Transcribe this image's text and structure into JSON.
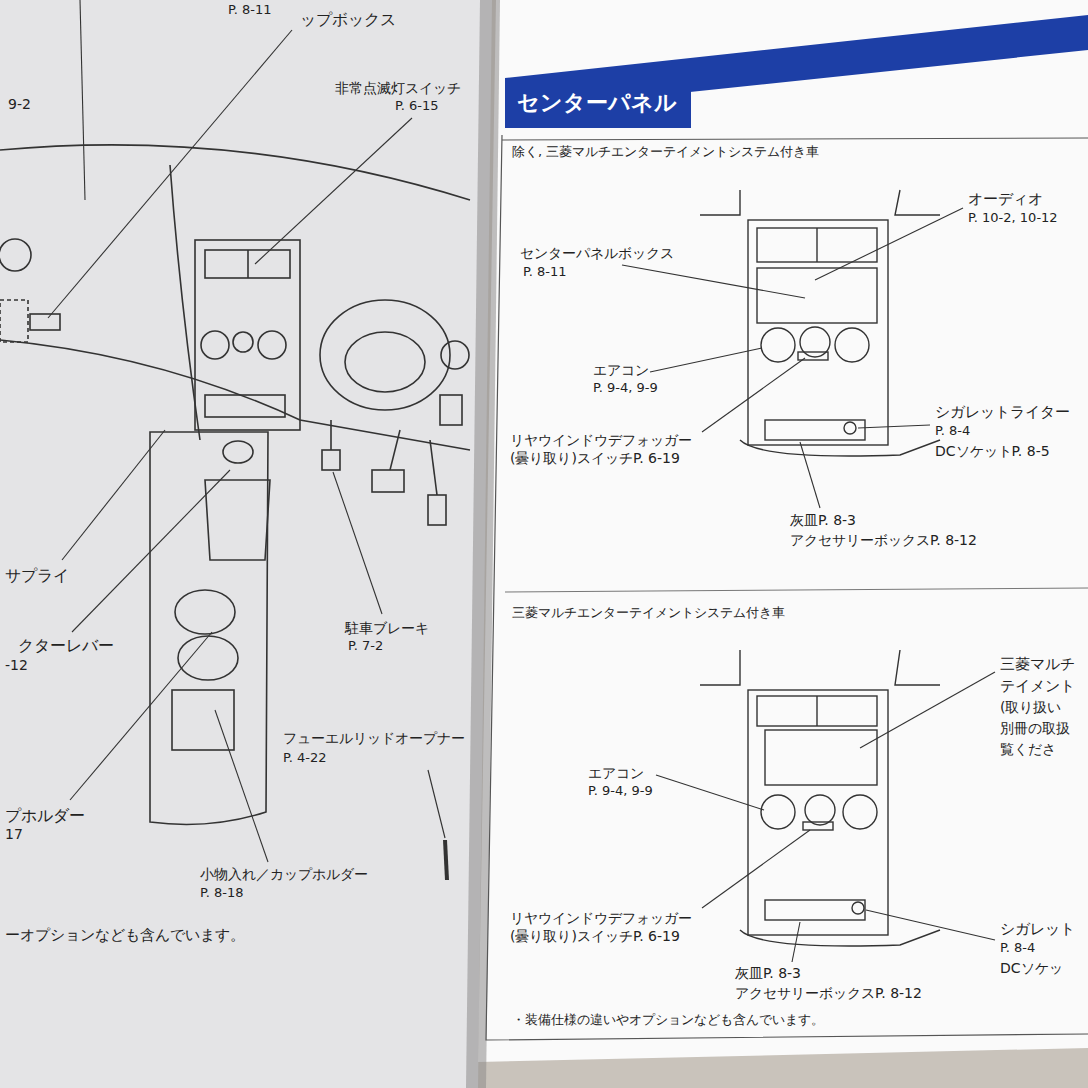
{
  "diagram": {
    "nodes": [
      {
        "text": [
          "センターパネル"
        ]
      }
    ],
    "labels": [
      "ップボックス",
      "P. 8-11",
      "9-2",
      "非常点滅灯スイッチ",
      "P. 6-15",
      "サプライ",
      "クターレバー",
      "-12",
      "駐車ブレーキ",
      "P. 7-2",
      "フューエルリッドオープナー",
      "P. 4-22",
      "プホルダー",
      "17",
      "小物入れ／カップホルダー",
      "P. 8-18",
      "ーオプションなども含んでいます。",
      "除く, 三菱マルチエンターテイメントシステム付き車",
      "オーディオ",
      "P. 10-2, 10-12",
      "センターパネルボックス",
      "P. 8-11",
      "エアコン",
      "P. 9-4, 9-9",
      "リヤウインドウデフォッガー (曇り取り)スイッチP. 6-19",
      "シガレットライター",
      "P. 8-4",
      "DCソケットP. 8-5",
      "灰皿P. 8-3",
      "アクセサリーボックスP. 8-12",
      "三菱マルチエンターテイメントシステム付き車",
      "三菱マルチ",
      "テイメント",
      "(取り扱い",
      "別冊の取扱",
      "覧くださ",
      "エアコン",
      "P. 9-4, 9-9",
      "リヤウインドウデフォッガー (曇り取り)スイッチP. 6-19",
      "シガレット",
      "P. 8-4",
      "DCソケッ",
      "灰皿P. 8-3",
      "アクセサリーボックスP. 8-12",
      "・装備仕様の違いやオプションなども含んでいます。"
    ]
  }
}
